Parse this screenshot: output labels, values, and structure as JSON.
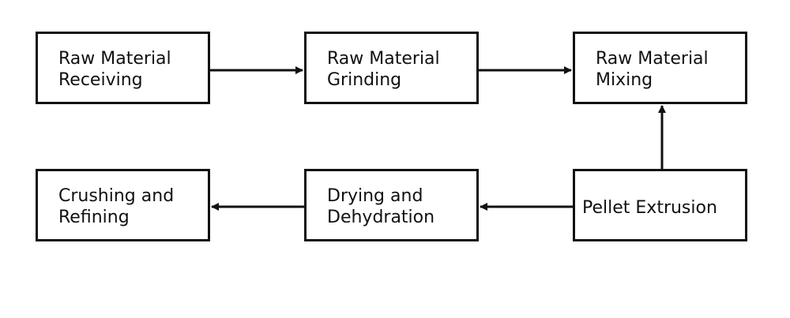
{
  "diagram": {
    "steps": [
      {
        "id": "raw-material-receiving",
        "label": "Raw Material\nReceiving"
      },
      {
        "id": "raw-material-grinding",
        "label": "Raw Material\nGrinding"
      },
      {
        "id": "raw-material-mixing",
        "label": "Raw Material\nMixing"
      },
      {
        "id": "crushing-and-refining",
        "label": "Crushing and\nRefining"
      },
      {
        "id": "drying-and-dehydration",
        "label": "Drying and\nDehydration"
      },
      {
        "id": "pellet-extrusion",
        "label": "Pellet Extrusion"
      }
    ],
    "connections": [
      {
        "from": "raw-material-receiving",
        "to": "raw-material-grinding"
      },
      {
        "from": "raw-material-grinding",
        "to": "raw-material-mixing"
      },
      {
        "from": "pellet-extrusion",
        "to": "raw-material-mixing"
      },
      {
        "from": "pellet-extrusion",
        "to": "drying-and-dehydration"
      },
      {
        "from": "drying-and-dehydration",
        "to": "crushing-and-refining"
      }
    ],
    "colors": {
      "stroke": "#111111",
      "background": "#ffffff",
      "text": "#111111"
    }
  }
}
